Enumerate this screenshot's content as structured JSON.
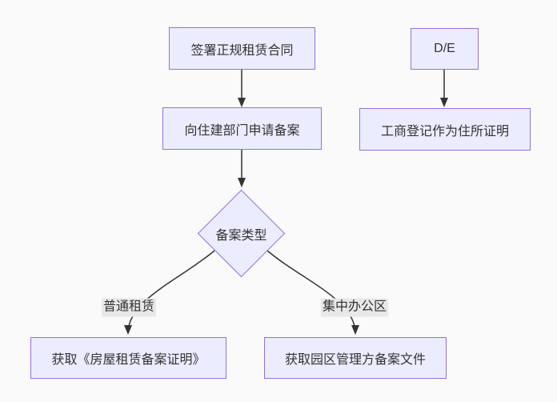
{
  "diagram": {
    "type": "flowchart",
    "orientation": "top-down"
  },
  "theme": {
    "canvas_bg": "#fafafa",
    "node_fill": "#ECECFF",
    "node_border": "#9370DB",
    "text_color": "#333333",
    "edge_color": "#333333",
    "label_bg": "#e8e8e8"
  },
  "nodes": {
    "sign": {
      "label": "签署正规租赁合同",
      "shape": "rect"
    },
    "apply": {
      "label": "向住建部门申请备案",
      "shape": "rect"
    },
    "decision": {
      "label": "备案类型",
      "shape": "diamond"
    },
    "cert": {
      "label": "获取《房屋租赁备案证明》",
      "shape": "rect"
    },
    "park": {
      "label": "获取园区管理方备案文件",
      "shape": "rect"
    },
    "de": {
      "label": "D/E",
      "shape": "rect"
    },
    "business": {
      "label": "工商登记作为住所证明",
      "shape": "rect"
    }
  },
  "edges": {
    "sign_to_apply": {
      "from": "sign",
      "to": "apply",
      "label": ""
    },
    "apply_to_decision": {
      "from": "apply",
      "to": "decision",
      "label": ""
    },
    "decision_to_cert": {
      "from": "decision",
      "to": "cert",
      "label": "普通租赁"
    },
    "decision_to_park": {
      "from": "decision",
      "to": "park",
      "label": "集中办公区"
    },
    "de_to_business": {
      "from": "de",
      "to": "business",
      "label": ""
    }
  }
}
